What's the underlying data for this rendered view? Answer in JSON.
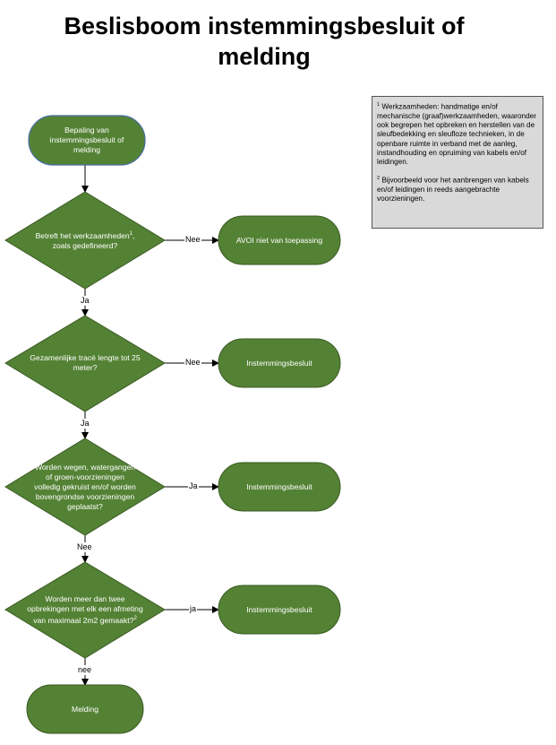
{
  "title": {
    "line1": "Beslisboom instemmingsbesluit of",
    "line2": "melding"
  },
  "nodes": {
    "start": "Bepaling van instemmingsbesluit of melding",
    "q1_pre": "Betreft het werkzaamheden",
    "q1_sup": "1",
    "q1_post": ", zoals gedefineerd?",
    "q2": "Gezamenlijke tracé lengte tot 25 meter?",
    "q3": "Worden wegen, watergangen of groen-voorzieningen volledig gekruist en/of worden bovengrondse voorzieningen geplaatst?",
    "q4_pre": "Worden meer dan twee opbrekingen met elk een afmeting van maximaal 2m2 gemaakt?",
    "q4_sup": "2",
    "r1": "AVOI niet van toepassing",
    "r2": "Instemmingsbesluit",
    "r3": "Instemmingsbesluit",
    "r4": "Instemmingsbesluit",
    "end": "Melding"
  },
  "edges": {
    "q1_no": "Nee",
    "q1_yes": "Ja",
    "q2_no": "Nee",
    "q2_yes": "Ja",
    "q3_yes": "Ja",
    "q3_no": "Nee",
    "q4_yes": "ja",
    "q4_no": "nee"
  },
  "note": {
    "n1_sup": "1",
    "n1_text": "Werkzaamheden: handmatige en/of mechanische (graaf)werkzaamheden, waaronder ook begrepen het opbreken en herstellen van de sleufbedekking en sleufloze technieken, in de openbare ruimte in verband met de aanleg, instandhouding en opruiming van kabels en/of leidingen.",
    "n2_sup": "2",
    "n2_text": "Bijvoorbeeld voor het aanbrengen van kabels en/of leidingen in reeds aangebrachte voorzieningen."
  },
  "colors": {
    "fill": "#548235",
    "stroke": "#3a5a22",
    "start_stroke": "#4a6fa5"
  }
}
